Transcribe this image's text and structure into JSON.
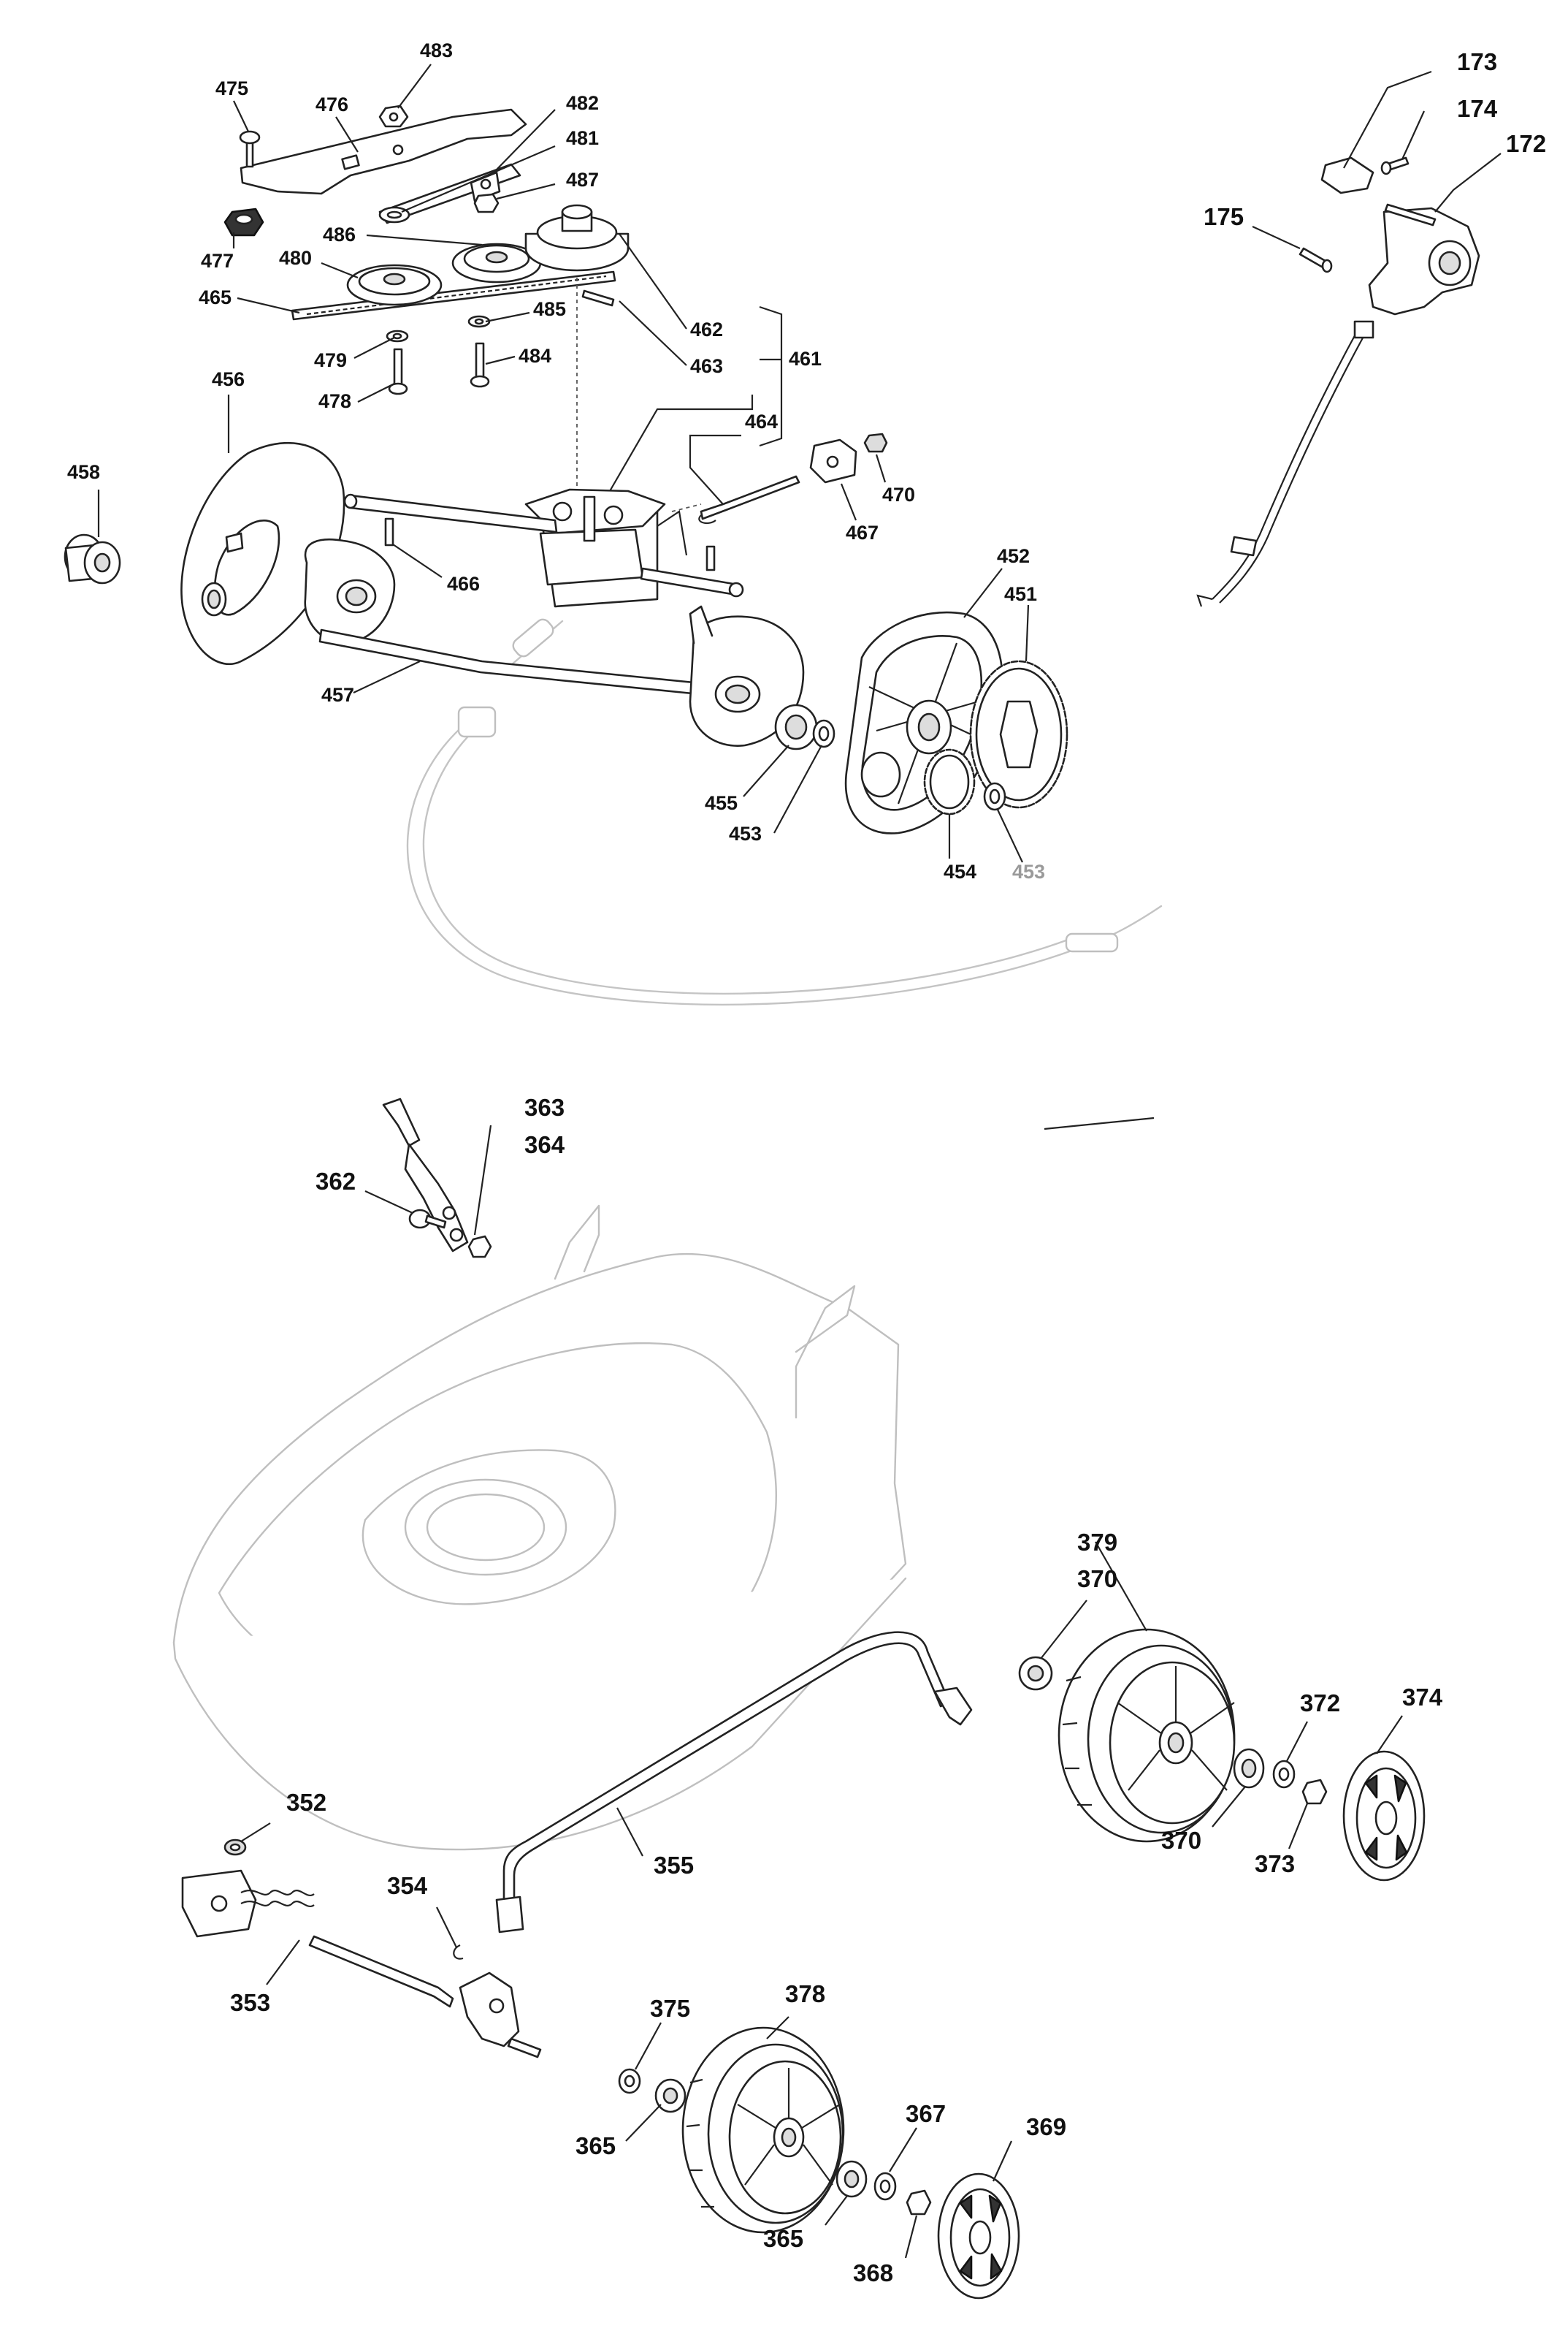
{
  "labels": {
    "l483": "483",
    "l475": "475",
    "l476": "476",
    "l482": "482",
    "l481": "481",
    "l487": "487",
    "l477": "477",
    "l486": "486",
    "l480": "480",
    "l465": "465",
    "l485": "485",
    "l479": "479",
    "l484": "484",
    "l478": "478",
    "l462": "462",
    "l463": "463",
    "l461": "461",
    "l456": "456",
    "l464": "464",
    "l458": "458",
    "l470": "470",
    "l467": "467",
    "l466": "466",
    "l452": "452",
    "l451": "451",
    "l457": "457",
    "l455": "455",
    "l453a": "453",
    "l454": "454",
    "l453b": "453",
    "l173": "173",
    "l174": "174",
    "l172": "172",
    "l175": "175",
    "l363": "363",
    "l364": "364",
    "l362": "362",
    "l379": "379",
    "l370a": "370",
    "l372": "372",
    "l374": "374",
    "l370b": "370",
    "l373": "373",
    "l352": "352",
    "l354": "354",
    "l355": "355",
    "l353": "353",
    "l375": "375",
    "l378": "378",
    "l367": "367",
    "l369": "369",
    "l365a": "365",
    "l365b": "365",
    "l368": "368"
  },
  "colors": {
    "line": "#222222",
    "ghost": "#bfbfbf",
    "dimmed_label": "#9a9a9a"
  }
}
